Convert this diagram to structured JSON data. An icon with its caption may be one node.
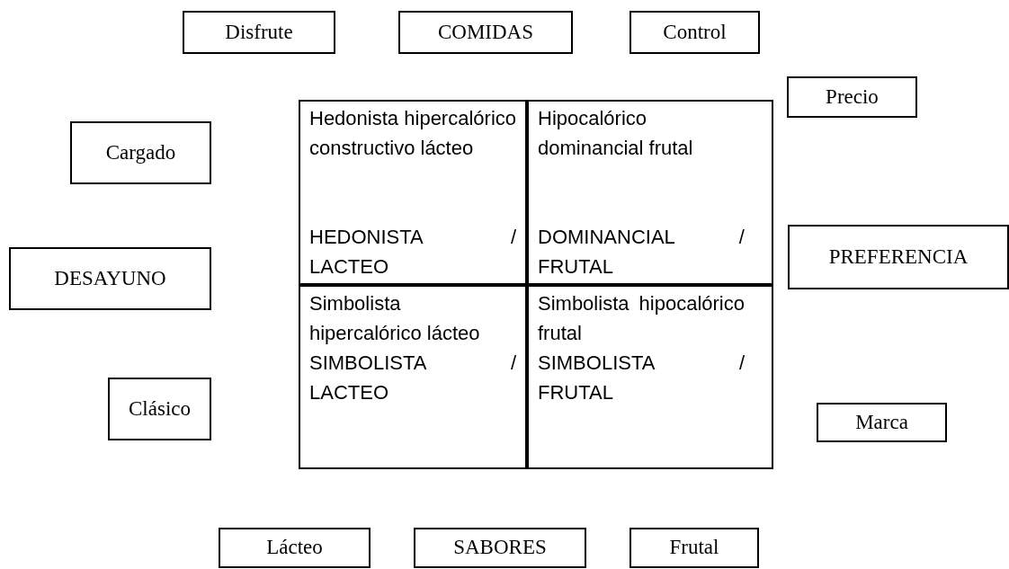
{
  "diagram": {
    "nodes": [
      {
        "text": [
          "Disfrute"
        ]
      },
      {
        "text": [
          "COMIDAS"
        ]
      },
      {
        "text": [
          "Control"
        ]
      },
      {
        "text": [
          "Precio"
        ]
      },
      {
        "text": [
          "Cargado"
        ]
      },
      {
        "text": [
          "Hedonista hipercalórico constructivo lácteo",
          "HEDONISTA / LACTEO"
        ]
      },
      {
        "text": [
          "Hipocalórico dominancial frutal",
          "DOMINANCIAL / FRUTAL"
        ]
      },
      {
        "text": [
          "PREFERENCIA"
        ]
      },
      {
        "text": [
          "DESAYUNO"
        ]
      },
      {
        "text": [
          "Simbolista hipercalórico lácteo",
          "SIMBOLISTA / LACTEO"
        ]
      },
      {
        "text": [
          "Simbolista hipocalórico frutal",
          "SIMBOLISTA / FRUTAL"
        ]
      },
      {
        "text": [
          "Clásico"
        ]
      },
      {
        "text": [
          "Marca"
        ]
      },
      {
        "text": [
          "Lácteo"
        ]
      },
      {
        "text": [
          "SABORES"
        ]
      },
      {
        "text": [
          "Frutal"
        ]
      }
    ]
  }
}
